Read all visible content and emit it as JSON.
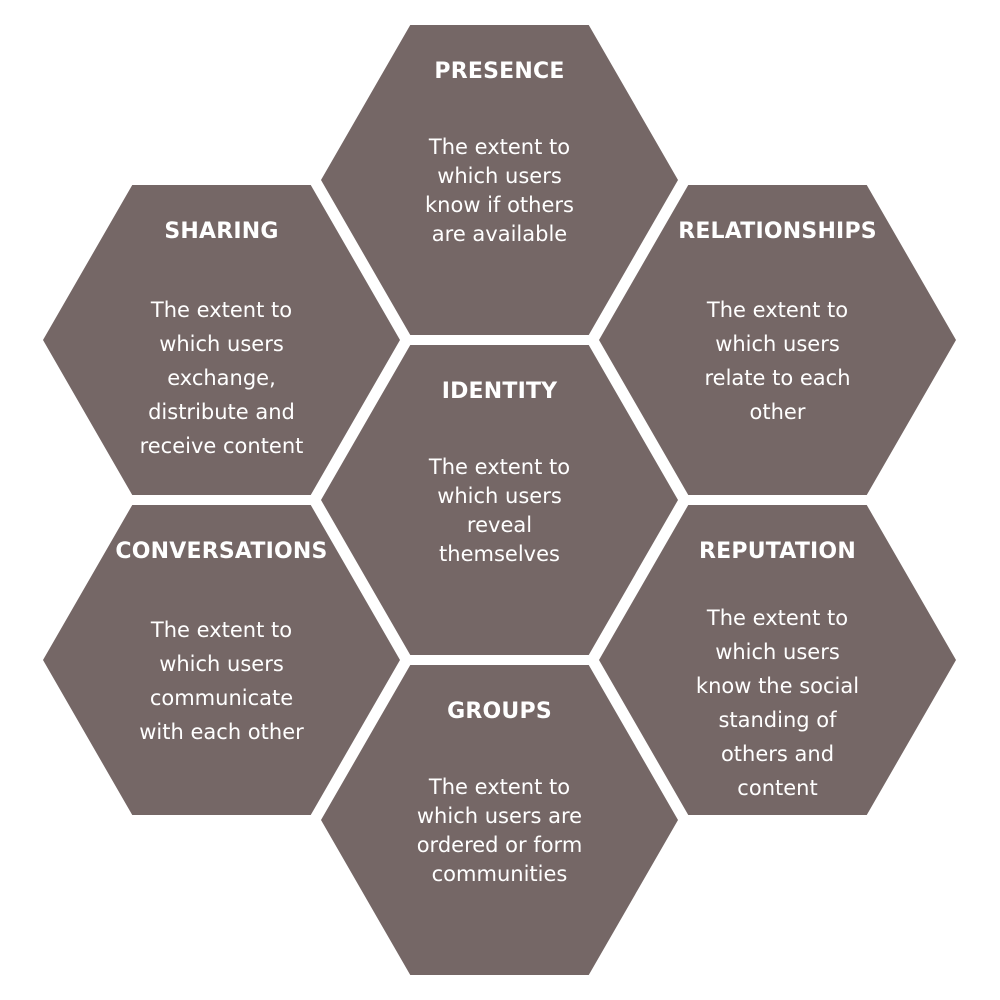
{
  "colors": {
    "hex_fill": "#756766",
    "text": "#ffffff",
    "background": "#ffffff"
  },
  "hexagons": {
    "presence": {
      "title": "PRESENCE",
      "lines": [
        "The extent to",
        "which users",
        "know if others",
        "are available"
      ]
    },
    "sharing": {
      "title": "SHARING",
      "lines": [
        "The extent to",
        "which users",
        "exchange,",
        "distribute and",
        "receive content"
      ]
    },
    "relationships": {
      "title": "RELATIONSHIPS",
      "lines": [
        "The extent to",
        "which users",
        "relate to each",
        "other"
      ]
    },
    "identity": {
      "title": "IDENTITY",
      "lines": [
        "The extent to",
        "which users",
        "reveal",
        "themselves"
      ]
    },
    "conversations": {
      "title": "CONVERSATIONS",
      "lines": [
        "The extent to",
        "which users",
        "communicate",
        "with each other"
      ]
    },
    "reputation": {
      "title": "REPUTATION",
      "lines": [
        "The extent to",
        "which users",
        "know the social",
        "standing of",
        "others and",
        "content"
      ]
    },
    "groups": {
      "title": "GROUPS",
      "lines": [
        "The extent to",
        "which users are",
        "ordered or form",
        "communities"
      ]
    }
  }
}
